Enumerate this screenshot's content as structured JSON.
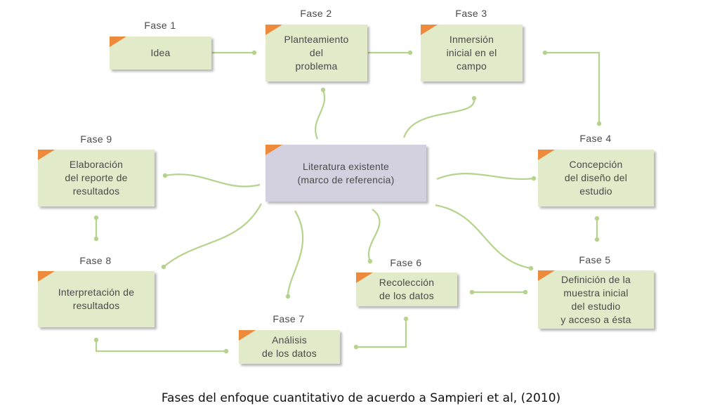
{
  "colors": {
    "box_fill": "#e1ebc9",
    "center_fill": "#d3d1e0",
    "corner_accent": "#ee8a3c",
    "connector": "#b5d38c"
  },
  "phases": {
    "fase1": "Fase 1",
    "fase2": "Fase 2",
    "fase3": "Fase 3",
    "fase4": "Fase 4",
    "fase5": "Fase 5",
    "fase6": "Fase 6",
    "fase7": "Fase 7",
    "fase8": "Fase 8",
    "fase9": "Fase 9"
  },
  "boxes": {
    "idea": "Idea",
    "planteamiento": "Planteamiento\ndel\nproblema",
    "inmersion": "Inmersión\ninicial en el\ncampo",
    "concepcion": "Concepción\ndel diseño del\nestudio",
    "definicion": "Definición de la\nmuestra inicial\ndel estudio\ny acceso a ésta",
    "recoleccion": "Recolección\nde los datos",
    "analisis": "Análisis\nde los datos",
    "interpretacion": "Interpretación de\nresultados",
    "elaboracion": "Elaboración\ndel reporte de\nresultados",
    "literatura": "Literatura existente\n(marco de referencia)"
  },
  "caption": "Fases del enfoque cuantitativo de acuerdo a Sampieri et al, (2010)"
}
